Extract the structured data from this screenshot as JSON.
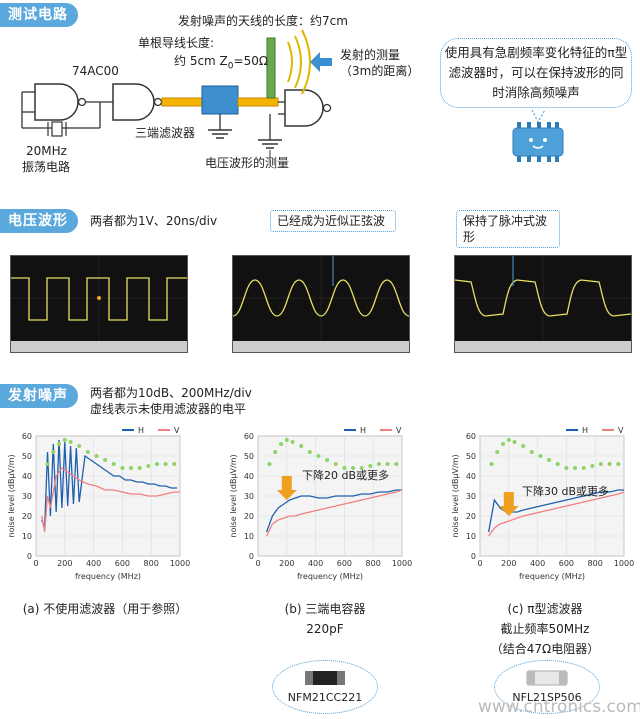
{
  "section1": {
    "tag": "测试电路",
    "chip_label": "74AC00",
    "osc_freq": "20MHz",
    "osc_label": "振荡电路",
    "wire_label_line1": "单根导线长度:",
    "wire_label_line2": "约 5cm Z",
    "wire_label_sub": "0",
    "wire_label_tail": "=50Ω",
    "antenna_label": "发射噪声的天线的长度：约7cm",
    "radiation_label": "发射的测量",
    "radiation_sub": "（3m的距离）",
    "filter_label": "三端滤波器",
    "voltage_label": "电压波形的测量",
    "bubble_text": "使用具有急剧频率变化特征的π型滤波器时，可以在保持波形的同时消除高频噪声"
  },
  "section2": {
    "tag": "电压波形",
    "note": "两者都为1V、20ns/div",
    "callout_b": "已经成为近似正弦波",
    "callout_c": "保持了脉冲式波形"
  },
  "section3": {
    "tag": "发射噪声",
    "note_line1": "两者都为10dB、200MHz/div",
    "note_line2": "虚线表示未使用滤波器的电平",
    "annotation_b": "下降20 dB或更多",
    "annotation_c": "下降30 dB或更多"
  },
  "captions": {
    "a": "(a) 不使用滤波器（用于参照）",
    "b_line1": "(b) 三端电容器",
    "b_line2": "220pF",
    "c_line1": "(c) π型滤波器",
    "c_line2": "截止频率50MHz",
    "c_line3": "（结合47Ω电阻器）"
  },
  "parts": {
    "b": "NFM21CC221",
    "c": "NFL21SP506"
  },
  "watermark": "www.cntronics.com",
  "colors": {
    "accent": "#5aa8dc",
    "series_H": "#1f5fb0",
    "series_V": "#f08080",
    "reference_dots": "#8fd36a",
    "arrow": "#f0a020",
    "scope_trace": "#e8e060",
    "scope_marker": "#ff9933"
  },
  "chart_data": [
    {
      "type": "line",
      "xlabel": "frequency (MHz)",
      "ylabel": "noise level (dBμV/m)",
      "xlim": [
        0,
        1000
      ],
      "ylim": [
        0,
        60
      ],
      "xticks": [
        "0",
        "200",
        "400",
        "600",
        "800",
        "1000"
      ],
      "yticks": [
        "0",
        "10",
        "20",
        "30",
        "40",
        "50",
        "60"
      ],
      "legend": [
        "H",
        "V"
      ],
      "series": [
        {
          "name": "H",
          "x": [
            40,
            60,
            80,
            100,
            120,
            140,
            160,
            180,
            200,
            220,
            240,
            260,
            280,
            300,
            340,
            380,
            420,
            460,
            500,
            540,
            580,
            620,
            660,
            700,
            740,
            780,
            820,
            860,
            900,
            940,
            980
          ],
          "values": [
            18,
            14,
            52,
            20,
            56,
            22,
            58,
            24,
            57,
            25,
            55,
            26,
            54,
            27,
            50,
            48,
            46,
            44,
            42,
            40,
            40,
            38,
            38,
            37,
            37,
            36,
            36,
            35,
            35,
            34,
            34
          ]
        },
        {
          "name": "V",
          "x": [
            40,
            60,
            80,
            100,
            140,
            180,
            220,
            260,
            300,
            360,
            420,
            480,
            540,
            600,
            660,
            720,
            780,
            840,
            900,
            960,
            1000
          ],
          "values": [
            20,
            12,
            30,
            24,
            40,
            44,
            42,
            40,
            38,
            36,
            35,
            33,
            33,
            32,
            31,
            31,
            30,
            30,
            31,
            32,
            32
          ]
        },
        {
          "name": "reference",
          "x": [
            80,
            120,
            160,
            200,
            240,
            300,
            360,
            420,
            480,
            540,
            600,
            660,
            720,
            780,
            840,
            900,
            960
          ],
          "values": [
            46,
            52,
            56,
            58,
            57,
            55,
            52,
            50,
            48,
            46,
            44,
            44,
            44,
            45,
            46,
            46,
            46
          ]
        }
      ]
    },
    {
      "type": "line",
      "xlabel": "frequency (MHz)",
      "ylabel": "noise level (dBμV/m)",
      "xlim": [
        0,
        1000
      ],
      "ylim": [
        0,
        60
      ],
      "xticks": [
        "0",
        "200",
        "400",
        "600",
        "800",
        "1000"
      ],
      "yticks": [
        "0",
        "10",
        "20",
        "30",
        "40",
        "50",
        "60"
      ],
      "legend": [
        "H",
        "V"
      ],
      "series": [
        {
          "name": "H",
          "x": [
            60,
            100,
            140,
            180,
            220,
            260,
            300,
            360,
            420,
            480,
            540,
            600,
            660,
            720,
            780,
            840,
            900,
            960,
            1000
          ],
          "values": [
            12,
            20,
            24,
            26,
            28,
            29,
            30,
            30,
            29,
            29,
            30,
            30,
            30,
            31,
            31,
            32,
            32,
            33,
            33
          ]
        },
        {
          "name": "V",
          "x": [
            60,
            100,
            140,
            180,
            220,
            260,
            300,
            360,
            420,
            480,
            540,
            600,
            660,
            720,
            780,
            840,
            900,
            960,
            1000
          ],
          "values": [
            10,
            16,
            18,
            19,
            20,
            20,
            21,
            22,
            23,
            24,
            25,
            26,
            27,
            28,
            29,
            30,
            31,
            32,
            33
          ]
        },
        {
          "name": "reference",
          "x": [
            80,
            120,
            160,
            200,
            240,
            300,
            360,
            420,
            480,
            540,
            600,
            660,
            720,
            780,
            840,
            900,
            960
          ],
          "values": [
            46,
            52,
            56,
            58,
            57,
            55,
            52,
            50,
            48,
            46,
            44,
            44,
            44,
            45,
            46,
            46,
            46
          ]
        }
      ]
    },
    {
      "type": "line",
      "xlabel": "frequency (MHz)",
      "ylabel": "noise level (dBμV/m)",
      "xlim": [
        0,
        1000
      ],
      "ylim": [
        0,
        60
      ],
      "xticks": [
        "0",
        "200",
        "400",
        "600",
        "800",
        "1000"
      ],
      "yticks": [
        "0",
        "10",
        "20",
        "30",
        "40",
        "50",
        "60"
      ],
      "legend": [
        "H",
        "V"
      ],
      "series": [
        {
          "name": "H",
          "x": [
            60,
            100,
            140,
            180,
            220,
            260,
            300,
            360,
            420,
            480,
            540,
            600,
            660,
            720,
            780,
            840,
            900,
            960,
            1000
          ],
          "values": [
            12,
            28,
            24,
            22,
            22,
            22,
            23,
            24,
            25,
            26,
            27,
            28,
            29,
            30,
            31,
            32,
            32,
            33,
            33
          ]
        },
        {
          "name": "V",
          "x": [
            60,
            100,
            140,
            180,
            220,
            260,
            300,
            360,
            420,
            480,
            540,
            600,
            660,
            720,
            780,
            840,
            900,
            960,
            1000
          ],
          "values": [
            10,
            14,
            16,
            17,
            18,
            19,
            20,
            21,
            22,
            23,
            24,
            25,
            26,
            27,
            28,
            29,
            30,
            31,
            32
          ]
        },
        {
          "name": "reference",
          "x": [
            80,
            120,
            160,
            200,
            240,
            300,
            360,
            420,
            480,
            540,
            600,
            660,
            720,
            780,
            840,
            900,
            960
          ],
          "values": [
            46,
            52,
            56,
            58,
            57,
            55,
            52,
            50,
            48,
            46,
            44,
            44,
            44,
            45,
            46,
            46,
            46
          ]
        }
      ]
    }
  ]
}
